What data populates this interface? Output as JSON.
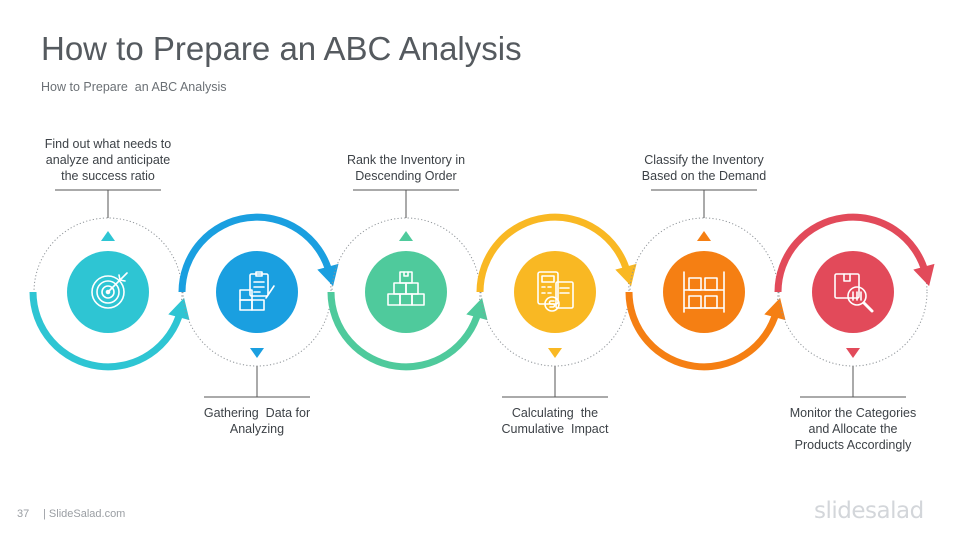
{
  "header": {
    "title": "How to Prepare an ABC Analysis",
    "subtitle": "How to Prepare  an ABC Analysis"
  },
  "steps": [
    {
      "label": "Find out what needs to\nanalyze and anticipate\nthe success ratio",
      "color": "#2ec5d3",
      "icon": "target-icon",
      "label_position": "top"
    },
    {
      "label": "Gathering  Data for\nAnalyzing",
      "color": "#1a9fe0",
      "icon": "clipboard-boxes-icon",
      "label_position": "bottom"
    },
    {
      "label": "Rank the Inventory in\nDescending Order",
      "color": "#4fca9c",
      "icon": "box-pyramid-icon",
      "label_position": "top"
    },
    {
      "label": "Calculating  the\nCumulative  Impact",
      "color": "#f9b823",
      "icon": "calculator-document-icon",
      "label_position": "bottom"
    },
    {
      "label": "Classify the Inventory\nBased on the Demand",
      "color": "#f57f13",
      "icon": "shelf-boxes-icon",
      "label_position": "top"
    },
    {
      "label": "Monitor the Categories\nand Allocate the\nProducts Accordingly",
      "color": "#e24a5a",
      "icon": "magnifier-box-icon",
      "label_position": "bottom"
    }
  ],
  "footer": {
    "page_number": "37",
    "site": "| SlideSalad.com",
    "brand": "slidesalad"
  }
}
